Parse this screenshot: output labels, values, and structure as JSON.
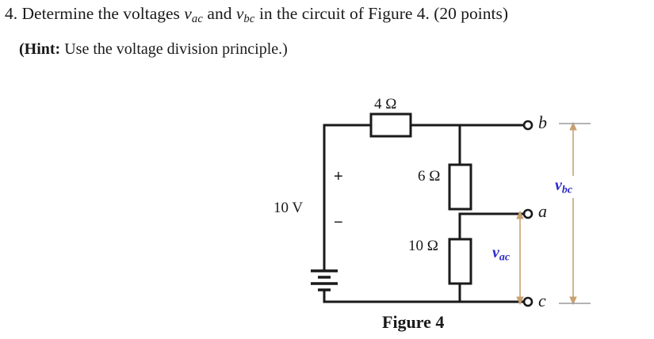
{
  "problem": {
    "number": "4.",
    "text_before": "Determine the voltages",
    "var1_base": "v",
    "var1_sub": "ac",
    "text_middle": "and",
    "var2_base": "v",
    "var2_sub": "bc",
    "text_after": "in the circuit of Figure 4. (20 points)",
    "hint_label": "(Hint:",
    "hint_text": "Use the voltage division principle.)"
  },
  "figure": {
    "caption": "Figure 4",
    "source": {
      "value": "10 V",
      "plus_sign": "+",
      "minus_sign": "−"
    },
    "resistors": [
      {
        "id": "r1",
        "label": "4 Ω",
        "orientation": "horizontal"
      },
      {
        "id": "r2",
        "label": "6 Ω",
        "orientation": "vertical"
      },
      {
        "id": "r3",
        "label": "10 Ω",
        "orientation": "vertical"
      }
    ],
    "terminals": [
      {
        "id": "b",
        "label": "b"
      },
      {
        "id": "a",
        "label": "a"
      },
      {
        "id": "c",
        "label": "c"
      }
    ],
    "measurements": [
      {
        "id": "vbc",
        "base": "v",
        "sub": "bc",
        "from": "b",
        "to": "c"
      },
      {
        "id": "vac",
        "base": "v",
        "sub": "ac",
        "from": "a",
        "to": "c"
      }
    ],
    "colors": {
      "wire": "#1a1a1a",
      "voltage_label": "#2b2bc8",
      "arrow": "#c8a173"
    }
  }
}
